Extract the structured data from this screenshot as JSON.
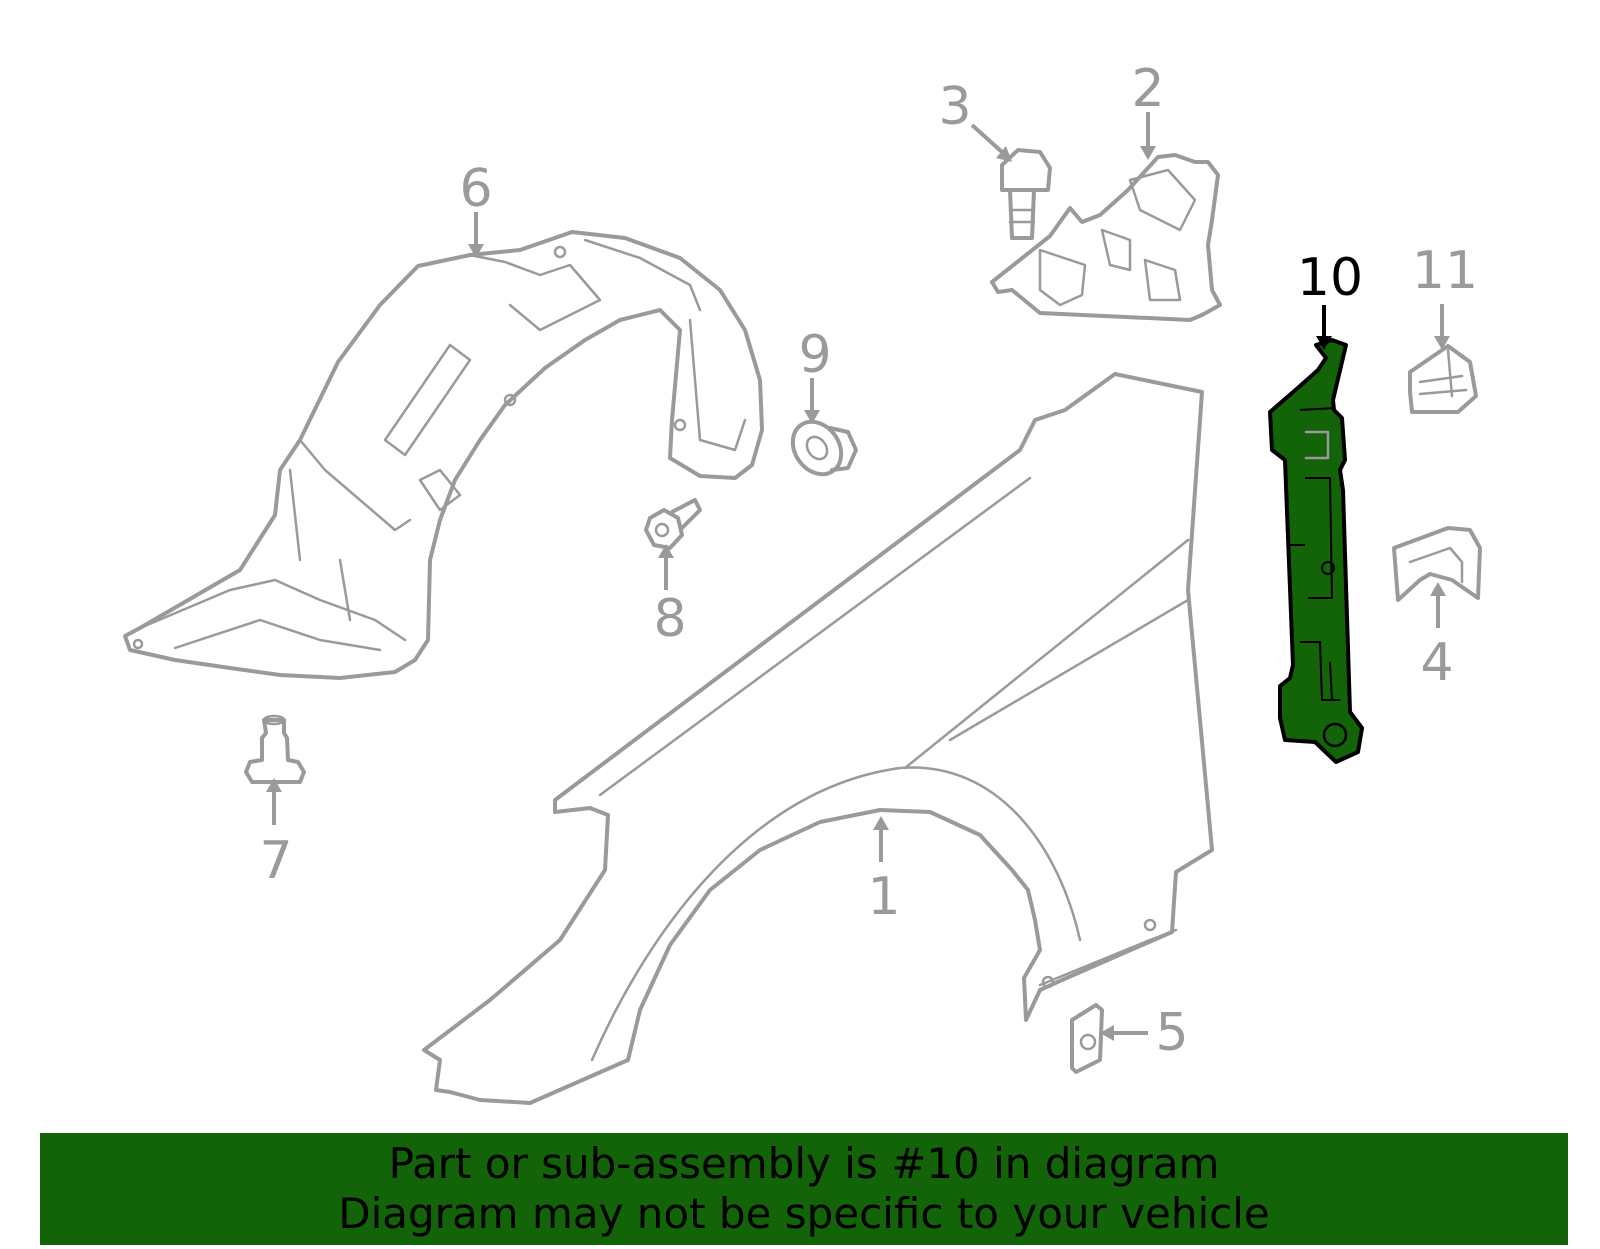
{
  "colors": {
    "highlight": "#136309",
    "outline": "#9a9a9a",
    "highlight_label": "#000000",
    "banner": "#136309"
  },
  "callouts": {
    "c1": "1",
    "c2": "2",
    "c3": "3",
    "c4": "4",
    "c5": "5",
    "c6": "6",
    "c7": "7",
    "c8": "8",
    "c9": "9",
    "c10": "10",
    "c11": "11"
  },
  "highlighted_part": "10",
  "banner": {
    "line1": "Part or sub-assembly is #10 in diagram",
    "line2": "Diagram may not be specific to your vehicle"
  }
}
